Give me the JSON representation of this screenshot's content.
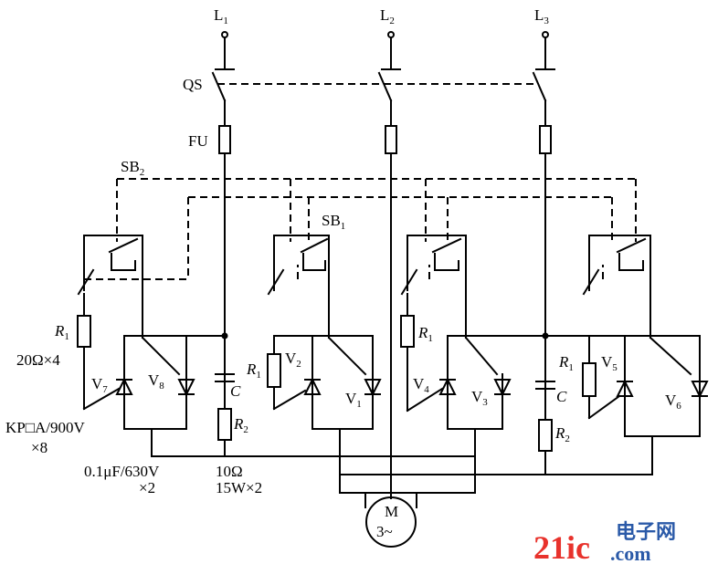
{
  "labels": {
    "L1": "L",
    "L1_sub": "1",
    "L2": "L",
    "L2_sub": "2",
    "L3": "L",
    "L3_sub": "3",
    "QS": "QS",
    "FU": "FU",
    "SB2": "SB",
    "SB2_sub": "2",
    "SB1": "SB",
    "SB1_sub": "1",
    "R1": "R",
    "R1_sub": "1",
    "R2": "R",
    "R2_sub": "2",
    "C": "C",
    "V1": "V",
    "V1_sub": "1",
    "V2": "V",
    "V2_sub": "2",
    "V3": "V",
    "V3_sub": "3",
    "V4": "V",
    "V4_sub": "4",
    "V5": "V",
    "V5_sub": "5",
    "V6": "V",
    "V6_sub": "6",
    "V7": "V",
    "V7_sub": "7",
    "V8": "V",
    "V8_sub": "8",
    "motor_M": "M",
    "motor_phase": "3~"
  },
  "specs": {
    "resistor_r1": "20Ω×4",
    "thyristor_line1": "KP□A/900V",
    "thyristor_line2": "×8",
    "capacitor_line1": "0.1μF/630V",
    "capacitor_line2": "×2",
    "resistor_r2_line1": "10Ω",
    "resistor_r2_line2": "15W×2"
  },
  "watermark": {
    "part1": "21ic",
    "part2": "电子网",
    "part3": ".com"
  },
  "colors": {
    "line": "#000000",
    "watermark_red": "#e8322c",
    "watermark_blue": "#2b5aa8"
  }
}
